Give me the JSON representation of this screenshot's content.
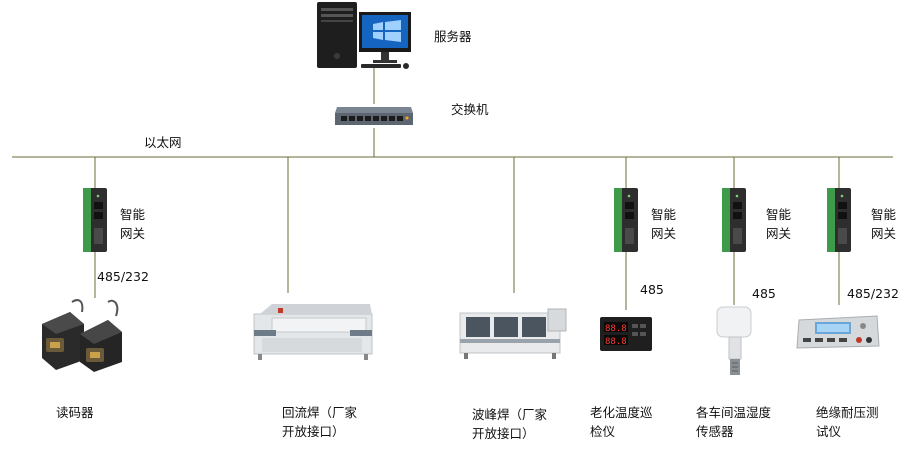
{
  "colors": {
    "line_color": "#6b6b3a",
    "gateway_green": "#3f9b4a",
    "device_dark": "#2b2b2b"
  },
  "server": {
    "label": "服务器",
    "icon": "desktop-computer-icon"
  },
  "switch": {
    "label": "交换机",
    "icon": "network-switch-icon"
  },
  "ethernet": {
    "label": "以太网"
  },
  "gateway_label_line1": "智能",
  "gateway_label_line2": "网关",
  "devices": [
    {
      "name": "读码器",
      "link": "485/232",
      "icon": "barcode-reader-icon"
    },
    {
      "name": "回流焊（厂家开放接口）",
      "link": "",
      "icon": "reflow-oven-icon"
    },
    {
      "name": "波峰焊（厂家开放接口）",
      "link": "",
      "icon": "wave-solder-machine-icon"
    },
    {
      "name": "老化温度巡检仪",
      "link": "485",
      "icon": "temperature-inspector-icon"
    },
    {
      "name": "各车间温湿度传感器",
      "link": "485",
      "icon": "humidity-sensor-icon"
    },
    {
      "name": "绝缘耐压测试仪",
      "link": "485/232",
      "icon": "withstand-voltage-tester-icon"
    }
  ]
}
